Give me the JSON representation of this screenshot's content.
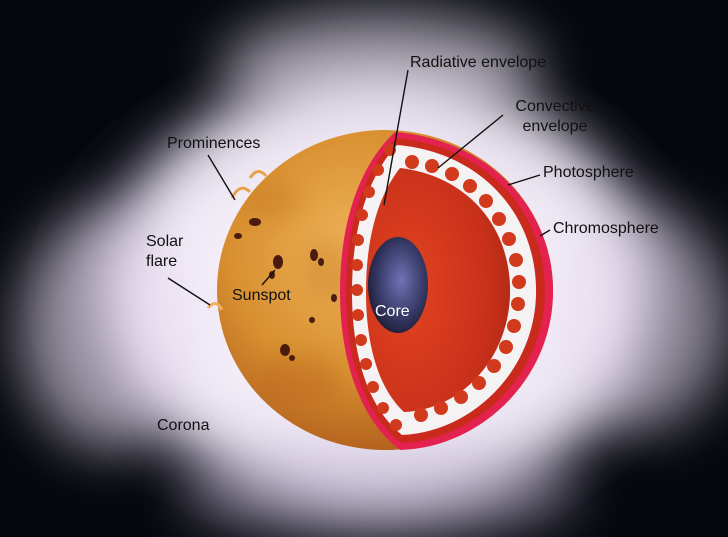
{
  "labels": {
    "radiative_envelope": "Radiative envelope",
    "convective_envelope_line1": "Convective",
    "convective_envelope_line2": "envelope",
    "photosphere": "Photosphere",
    "chromosphere": "Chromosphere",
    "prominences": "Prominences",
    "solar_flare_line1": "Solar",
    "solar_flare_line2": "flare",
    "sunspot": "Sunspot",
    "core": "Core",
    "corona": "Corona"
  },
  "colors": {
    "background": "#05070d",
    "corona_glow": "#f4ecfa",
    "corona_haze": "#b7a8c8",
    "surface": "#d9902f",
    "surface_dark": "#b5621c",
    "chromosphere_rim": "#e8245a",
    "convective_zone": "#f2f0f2",
    "radiative_zone": "#cf3418",
    "core": "#3d3f6e",
    "label_text": "#111111",
    "core_label_text": "#ffffff"
  },
  "icons": {
    "sunspots": "sunspot-marks",
    "prominences": "prominence-loops",
    "solar_flare": "flare-burst"
  }
}
